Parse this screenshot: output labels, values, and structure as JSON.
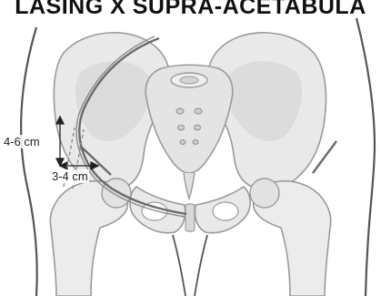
{
  "title": "LASING X SUPRA-ACETABULA",
  "measurements": {
    "vertical": "4-6 cm",
    "horizontal": "3-4 cm"
  },
  "colors": {
    "bone_fill": "#e9e9e9",
    "bone_shade": "#d6d6d6",
    "outline": "#9a9a9a",
    "skin_outline": "#555555",
    "pin": "#6b6b6b",
    "text": "#111111"
  }
}
